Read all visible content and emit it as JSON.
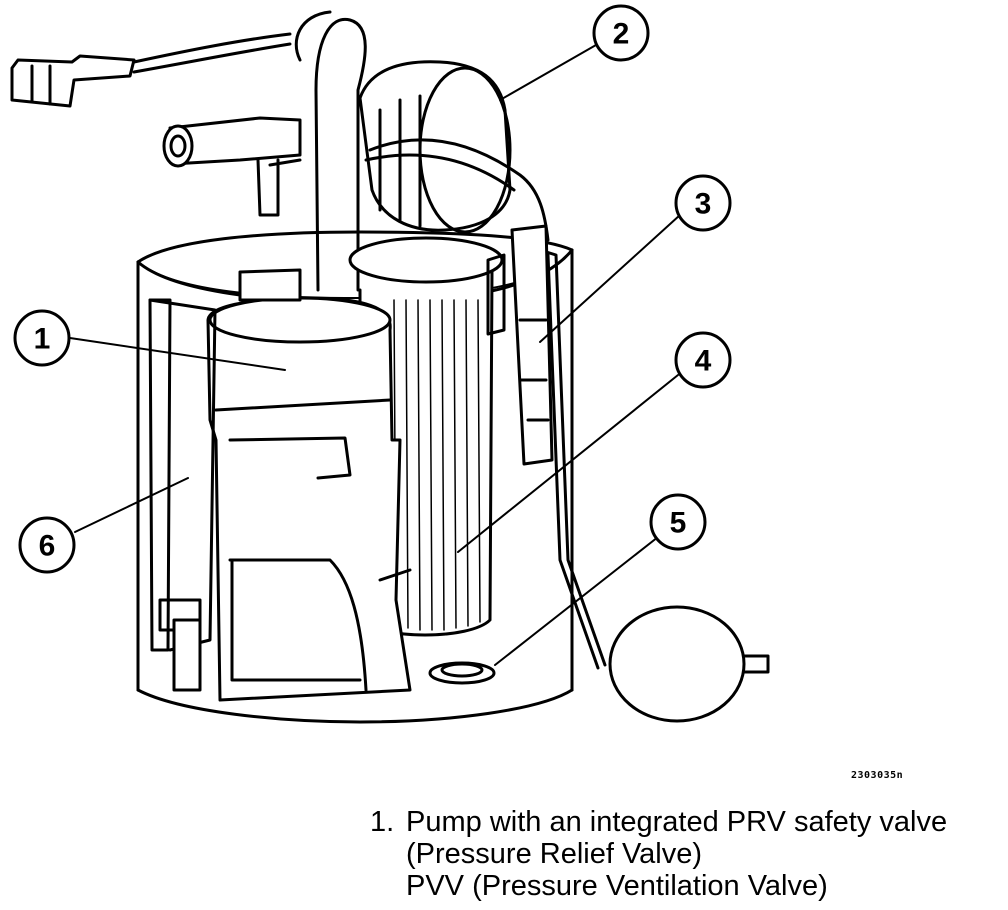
{
  "callouts": [
    {
      "id": "1",
      "label": "1"
    },
    {
      "id": "2",
      "label": "2"
    },
    {
      "id": "3",
      "label": "3"
    },
    {
      "id": "4",
      "label": "4"
    },
    {
      "id": "5",
      "label": "5"
    },
    {
      "id": "6",
      "label": "6"
    }
  ],
  "figure_code": "2303035n",
  "legend": {
    "items": [
      {
        "number": "1.",
        "lines": [
          "Pump with an integrated PRV safety valve",
          "(Pressure Relief Valve)",
          "PVV (Pressure Ventilation Valve)"
        ]
      }
    ]
  }
}
